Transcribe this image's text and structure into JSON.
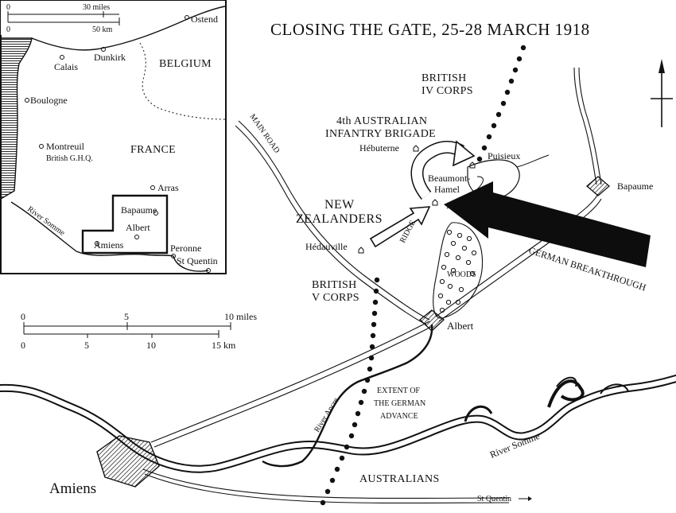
{
  "title": "CLOSING THE GATE,  25-28 MARCH 1918",
  "labels": {
    "british_iv_line1": "BRITISH",
    "british_iv_line2": "IV CORPS",
    "aus_brigade_line1": "4th AUSTRALIAN",
    "aus_brigade_line2": "INFANTRY BRIGADE",
    "hebuterne": "Hébuterne",
    "puisieux": "Puisieux",
    "beaumont_line1": "Beaumont-",
    "beaumont_line2": "Hamel",
    "bapaume": "Bapaume",
    "new_zealanders_line1": "NEW",
    "new_zealanders_line2": "ZEALANDERS",
    "main_road": "MAIN ROAD",
    "ridge": "RIDGE",
    "hedauville": "Hédauville",
    "german_breakthrough": "GERMAN BREAKTHROUGH",
    "woods": "WOODS",
    "british_v_line1": "BRITISH",
    "british_v_line2": "V CORPS",
    "albert": "Albert",
    "extent_line1": "EXTENT OF",
    "extent_line2": "THE GERMAN",
    "extent_line3": "ADVANCE",
    "river_ancre": "River  Ancre",
    "river_somme": "River    Somme",
    "amiens": "Amiens",
    "australians": "AUSTRALIANS",
    "st_quentin_road": "St Quentin"
  },
  "scale_bar": {
    "miles_ticks": [
      "0",
      "5",
      "10 miles"
    ],
    "km_ticks": [
      "0",
      "5",
      "10",
      "15 km"
    ]
  },
  "inset": {
    "scale_miles": [
      "0",
      "30 miles"
    ],
    "scale_km": [
      "0",
      "50 km"
    ],
    "belgium": "BELGIUM",
    "france": "FRANCE",
    "ostend": "Ostend",
    "dunkirk": "Dunkirk",
    "calais": "Calais",
    "boulogne": "Boulogne",
    "montreuil": "Montreuil",
    "british_ghq": "British G.H.Q.",
    "arras": "Arras",
    "bapaume": "Bapaume",
    "albert": "Albert",
    "amiens": "Amiens",
    "peronne": "Peronne",
    "st_quentin": "St Quentin",
    "river_somme": "River   Somme"
  },
  "colors": {
    "ink": "#111111",
    "paper": "#ffffff",
    "arrow": "#0d0d0d"
  },
  "icons": [
    "north-arrow-icon",
    "village-icon",
    "tree-icon",
    "town-hatch-icon"
  ]
}
